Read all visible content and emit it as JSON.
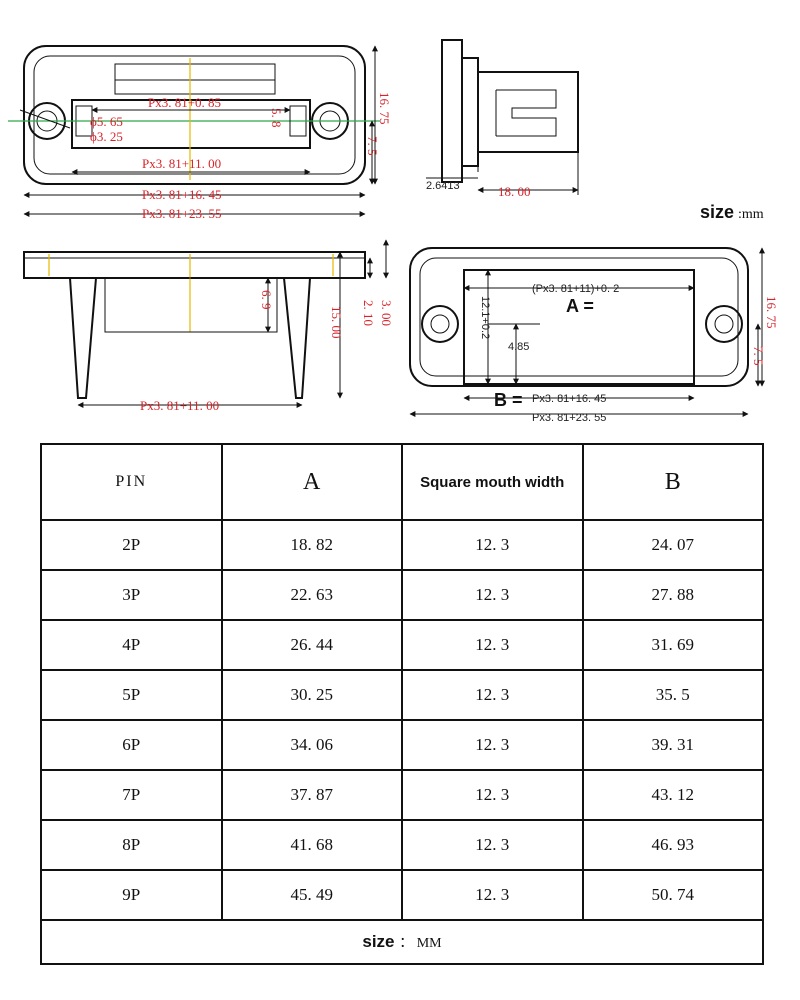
{
  "drawing": {
    "top_view": {
      "dim_p081": "Px3. 81+0. 85",
      "dim_d565": "ϕ5. 65",
      "dim_d325": "ϕ3. 25",
      "dim_58": "5. 8",
      "dim_p1100": "Px3. 81+11. 00",
      "dim_p1645": "Px3. 81+16. 45",
      "dim_p2355": "Px3. 81+23. 55",
      "dim_1675": "16. 75",
      "dim_75": "7. 5"
    },
    "side_view": {
      "dim_26413": "2.6413",
      "dim_1800": "18. 00"
    },
    "front_view": {
      "dim_69": "6. 9",
      "dim_1500": "15. 00",
      "dim_210": "2. 10",
      "dim_300": "3. 00",
      "dim_p1100": "Px3. 81+11. 00"
    },
    "back_view": {
      "dim_p11_02": "(Px3. 81+11)+0. 2",
      "label_a": "A =",
      "dim_121": "12.1+0.2",
      "dim_485": "4.85",
      "label_b": "B =",
      "dim_p1645": "Px3. 81+16. 45",
      "dim_p2355": "Px3. 81+23. 55",
      "dim_1675": "16. 75",
      "dim_75": "7. 5"
    },
    "size_label": "size",
    "size_unit": ":mm"
  },
  "table": {
    "headers": [
      "PIN",
      "A",
      "Square mouth width",
      "B"
    ],
    "rows": [
      [
        "2P",
        "18. 82",
        "12. 3",
        "24. 07"
      ],
      [
        "3P",
        "22. 63",
        "12. 3",
        "27. 88"
      ],
      [
        "4P",
        "26. 44",
        "12. 3",
        "31. 69"
      ],
      [
        "5P",
        "30. 25",
        "12. 3",
        "35. 5"
      ],
      [
        "6P",
        "34. 06",
        "12. 3",
        "39. 31"
      ],
      [
        "7P",
        "37. 87",
        "12. 3",
        "43. 12"
      ],
      [
        "8P",
        "41. 68",
        "12. 3",
        "46. 93"
      ],
      [
        "9P",
        "45. 49",
        "12. 3",
        "50. 74"
      ]
    ],
    "footer_label": "size",
    "footer_unit": "： MM"
  },
  "colors": {
    "dimension": "#d8232a",
    "line": "#111111",
    "green_axis": "#2da84a",
    "yellow_axis": "#e6b800"
  }
}
